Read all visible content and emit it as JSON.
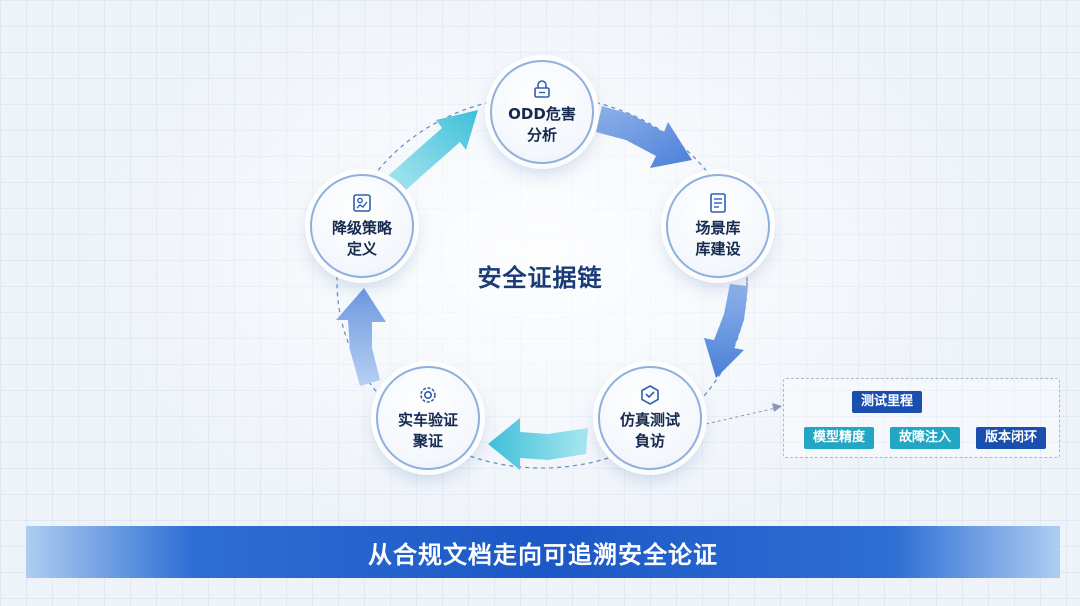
{
  "center_title": "安全证据链",
  "nodes": {
    "odd": {
      "label": "ODD危害\n分析",
      "icon": "lock-icon"
    },
    "scene": {
      "label": "场景库\n库建设",
      "icon": "document-icon"
    },
    "sim": {
      "label": "仿真测试\n負访",
      "icon": "cube-icon"
    },
    "vehicle": {
      "label": "实车验证\n聚证",
      "icon": "gear-icon"
    },
    "degrade": {
      "label": "降级策略\n定义",
      "icon": "strategy-icon"
    }
  },
  "callout": {
    "title": "测试里程",
    "tags": [
      "模型精度",
      "故障注入",
      "版本闭环"
    ]
  },
  "banner_text": "从合规文档走向可追溯安全论证",
  "colors": {
    "accent_dark": "#1a3a78",
    "arrow_light": "#5ccbe0",
    "arrow_blue": "#5a8fe0",
    "tag_teal": "#21a6c4",
    "tag_navy": "#1a4fb0",
    "banner_blue": "#1c58c6"
  }
}
